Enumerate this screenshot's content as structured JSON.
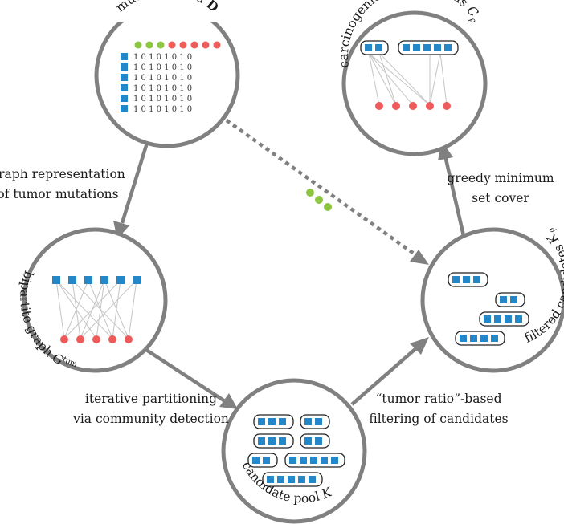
{
  "colors": {
    "gene_square": "#2387c8",
    "tumor_dot": "#ef5b5b",
    "normal_dot": "#8cc63f",
    "ring": "#808080"
  },
  "nodes": {
    "mutation_data": {
      "label": "mutation data ",
      "symbol": "D"
    },
    "carcinogenic": {
      "label": "carcinogenic combinations ",
      "symbol": "C",
      "subscript": "ρ"
    },
    "bipartite": {
      "label": "bipartite graph ",
      "symbol": "G",
      "superscript": "tum"
    },
    "filtered": {
      "label": "filtered candidates ",
      "symbol": "K",
      "subscript": "ρ"
    },
    "pool": {
      "label": "candidate pool ",
      "symbol": "K"
    }
  },
  "matrix_rows": [
    "1 0 1 0 1 0 1 0",
    "1 0 1 0 1 0 1 0",
    "1 0 1 0 1 0 1 0",
    "1 0 1 0 1 0 1 0",
    "1 0 1 0 1 0 1 0",
    "1 0 1 0 1 0 1 0"
  ],
  "edges": {
    "graph_rep": [
      "graph representation",
      "of tumor mutations"
    ],
    "greedy": [
      "greedy minimum",
      "set cover"
    ],
    "iterative": [
      "iterative partitioning",
      "via community detection"
    ],
    "tumor_ratio": [
      "“tumor ratio”-based",
      "filtering of candidates"
    ]
  }
}
